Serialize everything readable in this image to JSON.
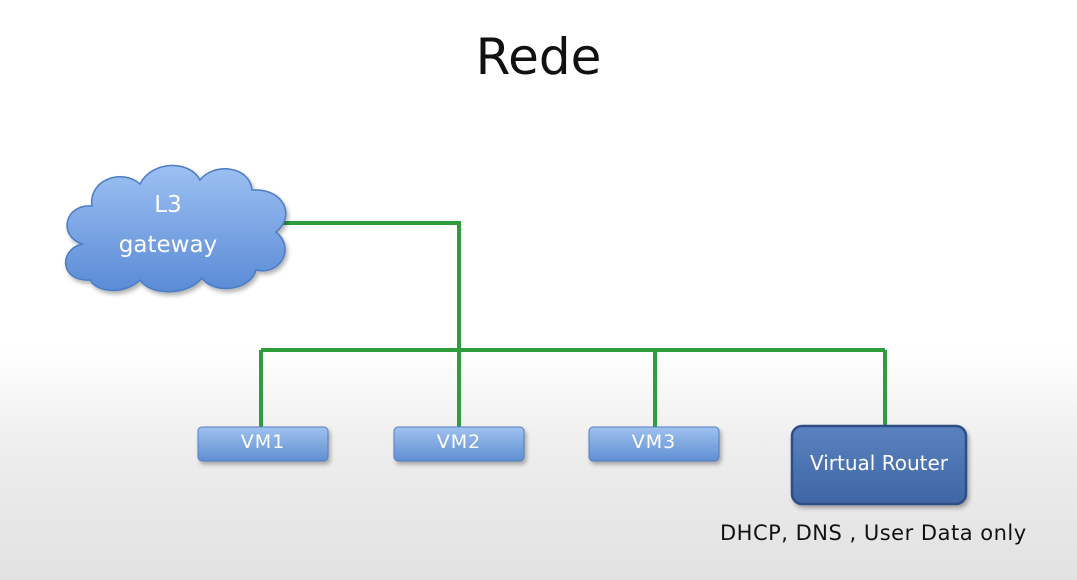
{
  "title": "Rede",
  "cloud": {
    "line1": "L3",
    "line2": "gateway"
  },
  "vms": [
    "VM1",
    "VM2",
    "VM3"
  ],
  "router": {
    "label": "Virtual Router"
  },
  "caption": "DHCP, DNS , User Data only",
  "colors": {
    "link": "#2e9e3c",
    "vm_fill": "#7aa7e0",
    "router_fill": "#4a72b0",
    "cloud_fill": "#6d9ee6"
  }
}
